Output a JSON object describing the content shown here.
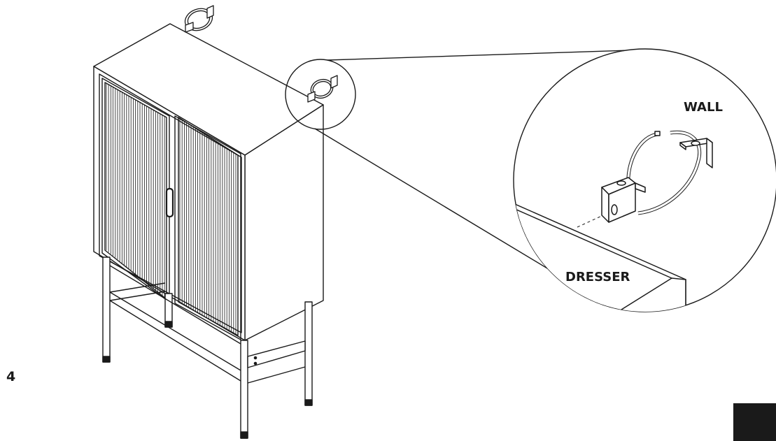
{
  "step": {
    "number": "4"
  },
  "callout": {
    "wall_label": "WALL",
    "dresser_label": "DRESSER"
  },
  "colors": {
    "ink": "#1a1a1a",
    "background": "#ffffff"
  }
}
